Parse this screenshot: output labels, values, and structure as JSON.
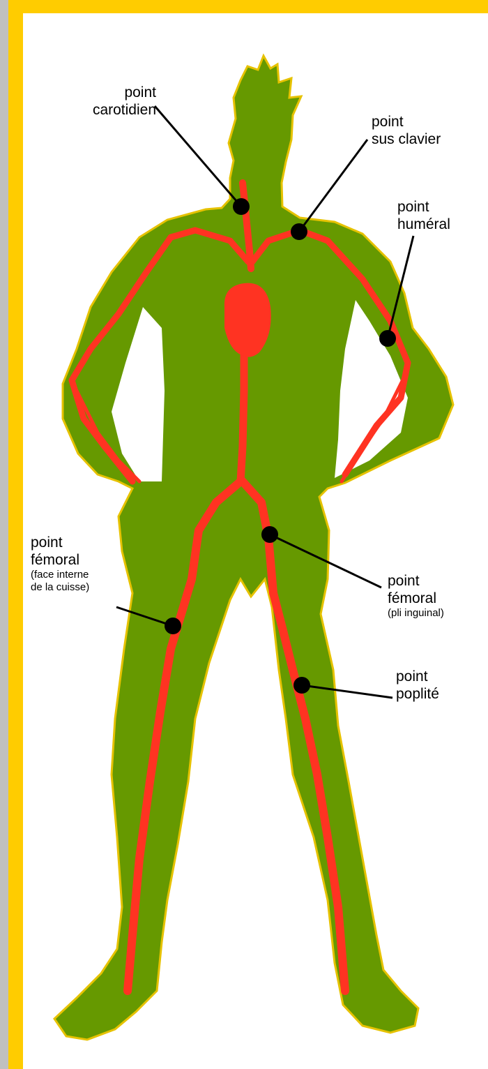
{
  "colors": {
    "body": "#669900",
    "body_outline": "#e6c200",
    "artery": "#ff3322",
    "point": "#000000",
    "frame": "#ffcc00",
    "background": "#c0c0c0"
  },
  "labels": {
    "carotidien": {
      "line1": "point",
      "line2": "carotidien"
    },
    "sus_clavier": {
      "line1": "point",
      "line2": "sus clavier"
    },
    "humeral": {
      "line1": "point",
      "line2": "huméral"
    },
    "femoral_interne": {
      "line1": "point",
      "line2": "fémoral",
      "line3": "(face interne",
      "line4": "de la cuisse)"
    },
    "femoral_inguinal": {
      "line1": "point",
      "line2": "fémoral",
      "line3": "(pli inguinal)"
    },
    "poplite": {
      "line1": "point",
      "line2": "poplité"
    }
  }
}
